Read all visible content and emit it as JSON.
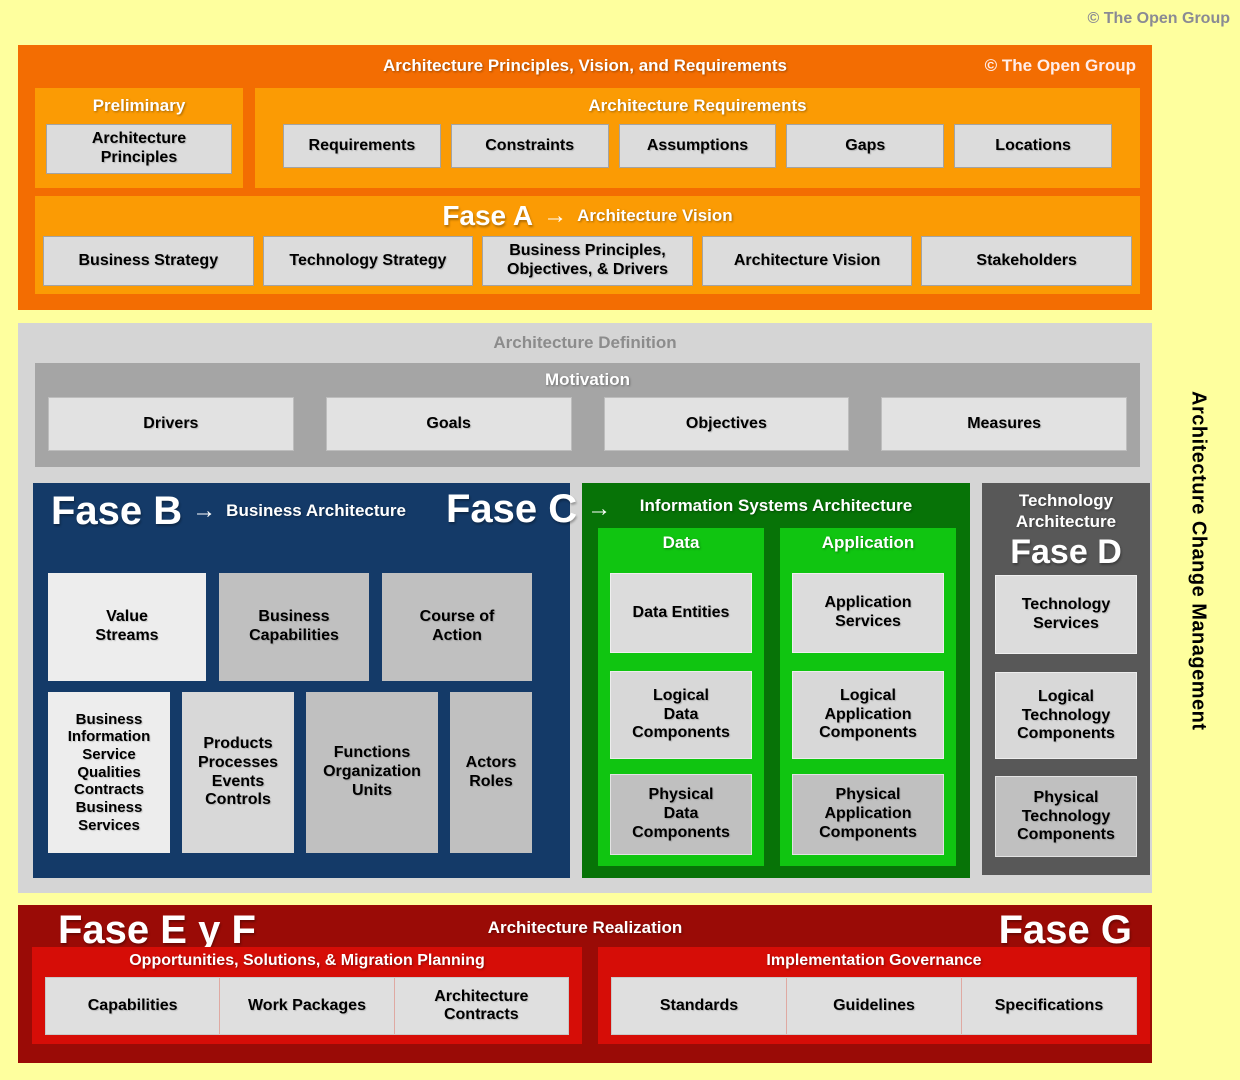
{
  "page": {
    "copyright": "© The Open Group"
  },
  "palette": {
    "background": "#FEFF9E",
    "orange_dark": "#F36D02",
    "orange_light": "#FB9B04",
    "gray_section": "#D5D5D5",
    "gray_band": "#A5A5A5",
    "navy": "#143A68",
    "green_dark": "#077307",
    "green_bright": "#10C511",
    "dark_gray": "#585858",
    "maroon": "#9A0B06",
    "red": "#D60D07",
    "box_gray": "#DCDCDC"
  },
  "top": {
    "title": "Architecture Principles, Vision, and Requirements",
    "copyright": "© The Open Group",
    "preliminary": {
      "title": "Preliminary",
      "items": [
        "Architecture\nPrinciples"
      ]
    },
    "requirements": {
      "title": "Architecture Requirements",
      "items": [
        "Requirements",
        "Constraints",
        "Assumptions",
        "Gaps",
        "Locations"
      ]
    },
    "vision": {
      "fase": "Fase A",
      "arrow": "→",
      "title": "Architecture Vision",
      "items": [
        "Business Strategy",
        "Technology Strategy",
        "Business Principles,\nObjectives, & Drivers",
        "Architecture Vision",
        "Stakeholders"
      ]
    }
  },
  "definition": {
    "title": "Architecture Definition",
    "motivation": {
      "title": "Motivation",
      "items": [
        "Drivers",
        "Goals",
        "Objectives",
        "Measures"
      ]
    },
    "business": {
      "fase": "Fase B",
      "arrow": "→",
      "title": "Business Architecture",
      "row1": [
        "Value\nStreams",
        "Business\nCapabilities",
        "Course of\nAction"
      ],
      "row2": [
        "Business\nInformation\nService\nQualities\nContracts\nBusiness\nServices",
        "Products\nProcesses\nEvents\nControls",
        "Functions\nOrganization\nUnits",
        "Actors\nRoles"
      ]
    },
    "information": {
      "fase": "Fase C",
      "arrow": "→",
      "title": "Information Systems Architecture",
      "data": {
        "title": "Data",
        "items": [
          "Data Entities",
          "Logical\nData\nComponents",
          "Physical\nData\nComponents"
        ]
      },
      "application": {
        "title": "Application",
        "items": [
          "Application\nServices",
          "Logical\nApplication\nComponents",
          "Physical\nApplication\nComponents"
        ]
      }
    },
    "technology": {
      "title": "Technology\nArchitecture",
      "fase": "Fase D",
      "items": [
        "Technology\nServices",
        "Logical\nTechnology\nComponents",
        "Physical\nTechnology\nComponents"
      ]
    }
  },
  "realization": {
    "fase_ef": "Fase E y F",
    "title": "Architecture Realization",
    "fase_g": "Fase G",
    "opportunities": {
      "title": "Opportunities, Solutions, & Migration Planning",
      "items": [
        "Capabilities",
        "Work Packages",
        "Architecture\nContracts"
      ]
    },
    "governance": {
      "title": "Implementation Governance",
      "items": [
        "Standards",
        "Guidelines",
        "Specifications"
      ]
    }
  },
  "side": {
    "vertical_label": "Architecture Change Management"
  }
}
